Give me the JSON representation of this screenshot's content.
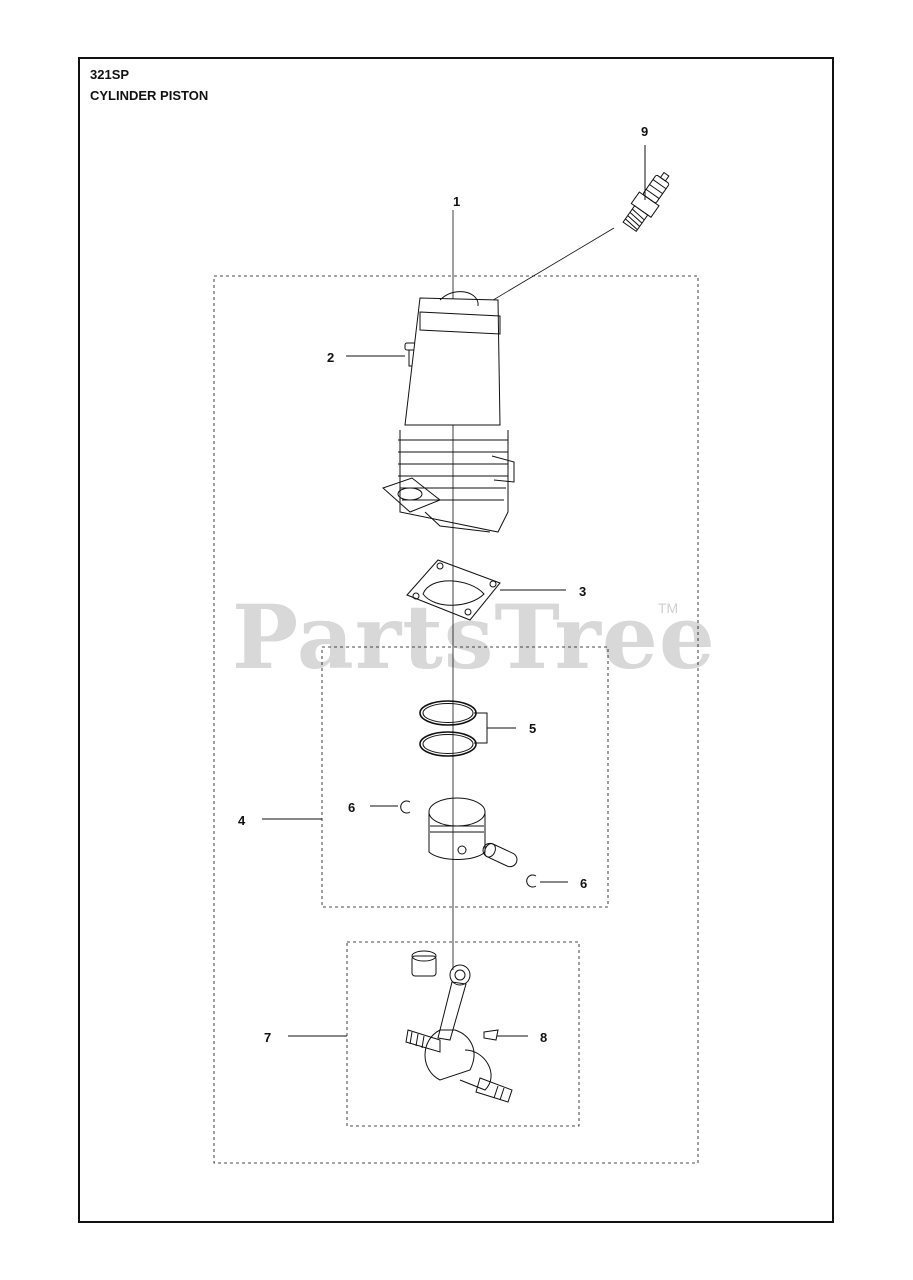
{
  "header": {
    "model": "321SP",
    "section": "CYLINDER PISTON"
  },
  "watermark": {
    "text": "PartsTree",
    "tm": "TM"
  },
  "callouts": [
    {
      "number": "1",
      "part": "cylinder"
    },
    {
      "number": "2",
      "part": "screw"
    },
    {
      "number": "3",
      "part": "cylinder-gasket"
    },
    {
      "number": "4",
      "part": "piston-kit"
    },
    {
      "number": "5",
      "part": "piston-ring"
    },
    {
      "number": "6",
      "part": "circlip"
    },
    {
      "number": "6",
      "part": "circlip"
    },
    {
      "number": "7",
      "part": "crankshaft"
    },
    {
      "number": "8",
      "part": "key"
    },
    {
      "number": "9",
      "part": "spark-plug"
    }
  ],
  "colors": {
    "line": "#111111",
    "watermark": "#d8d8d8",
    "background": "#ffffff"
  }
}
